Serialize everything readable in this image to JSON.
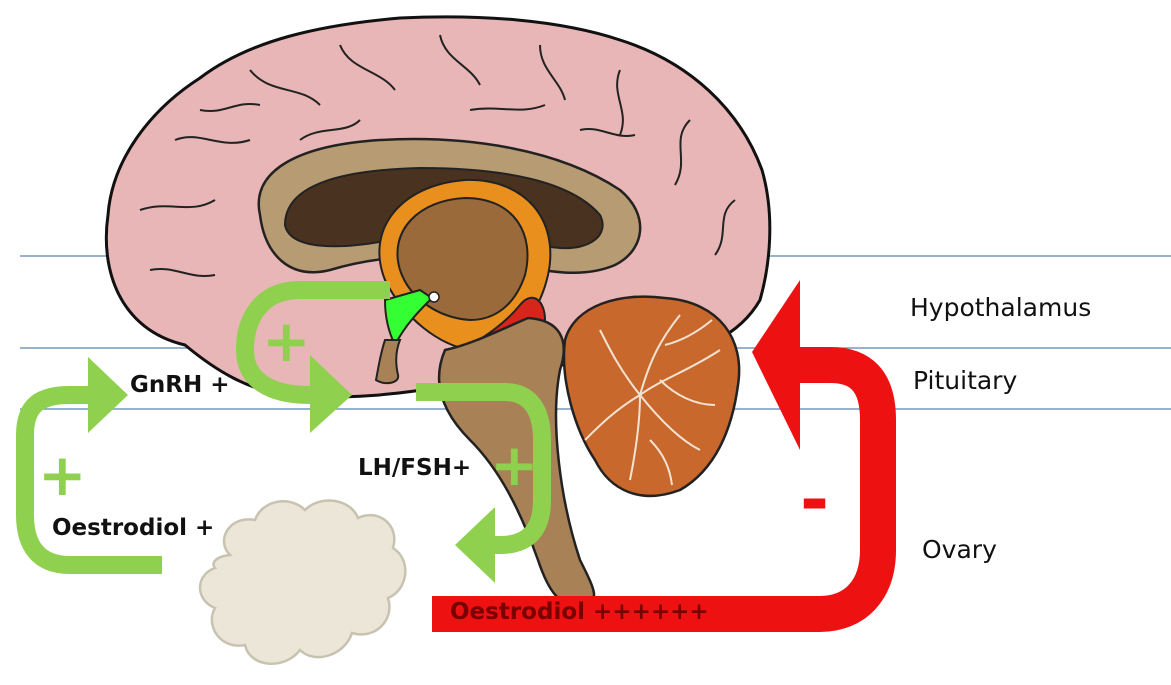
{
  "regions": {
    "hypothalamus": "Hypothalamus",
    "pituitary": "Pituitary",
    "ovary": "Ovary"
  },
  "labels": {
    "gnrh": "GnRH +",
    "lh_fsh": "LH/FSH+",
    "oestradiol_left": "Oestrodiol +",
    "oestradiol_red": "Oestrodiol ++++++"
  },
  "signs": {
    "plus": "+",
    "minus": "-"
  },
  "colors": {
    "positive_feedback": "#8fd14f",
    "negative_feedback": "#ee1111",
    "cortex": "#e8b6b6",
    "brainstem": "#a88256",
    "cerebellum": "#c8682c",
    "hypothalamus_highlight": "#33ff33",
    "ovary": "#ebe6d7",
    "guide_lines": "#5b84b1"
  }
}
